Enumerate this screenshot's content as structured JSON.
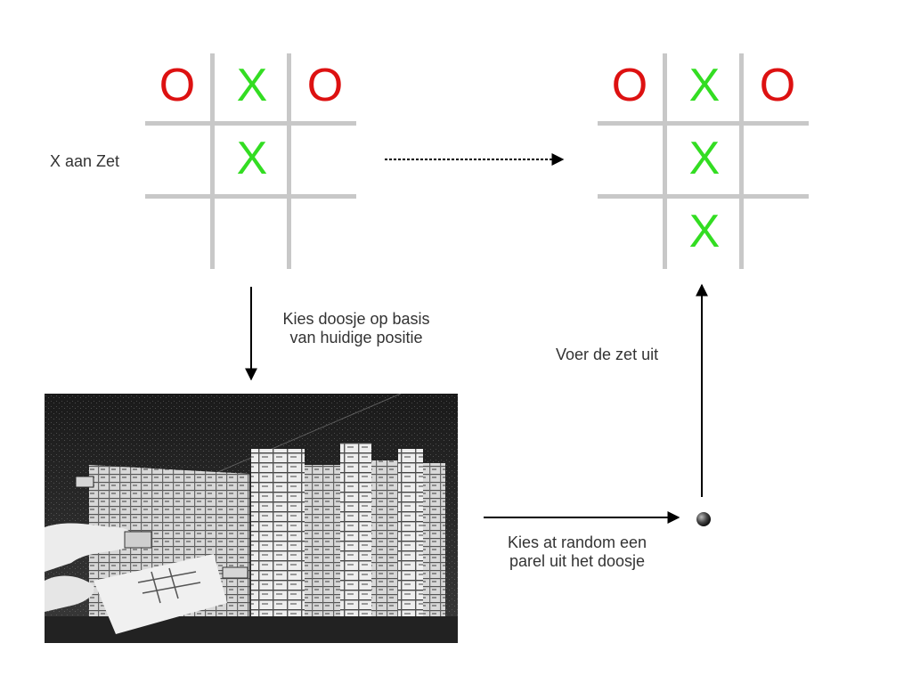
{
  "colors": {
    "x": "#33dd22",
    "o": "#dd1111",
    "grid": "#c8c8c8",
    "text": "#333333"
  },
  "before_board": {
    "cells": [
      "O",
      "X",
      "O",
      "",
      "X",
      "",
      "",
      "",
      ""
    ],
    "status": "X aan Zet"
  },
  "after_board": {
    "cells": [
      "O",
      "X",
      "O",
      "",
      "X",
      "",
      "",
      "X",
      ""
    ]
  },
  "steps": {
    "choose_box": {
      "line1": "Kies doosje op basis",
      "line2": "van huidige positie"
    },
    "pick_bead": {
      "line1": "Kies at random een",
      "line2": "parel uit het doosje"
    },
    "make_move": "Voer de zet uit"
  },
  "icons": {
    "bead": "bead-icon",
    "photo": "matchbox-machine-photo"
  }
}
